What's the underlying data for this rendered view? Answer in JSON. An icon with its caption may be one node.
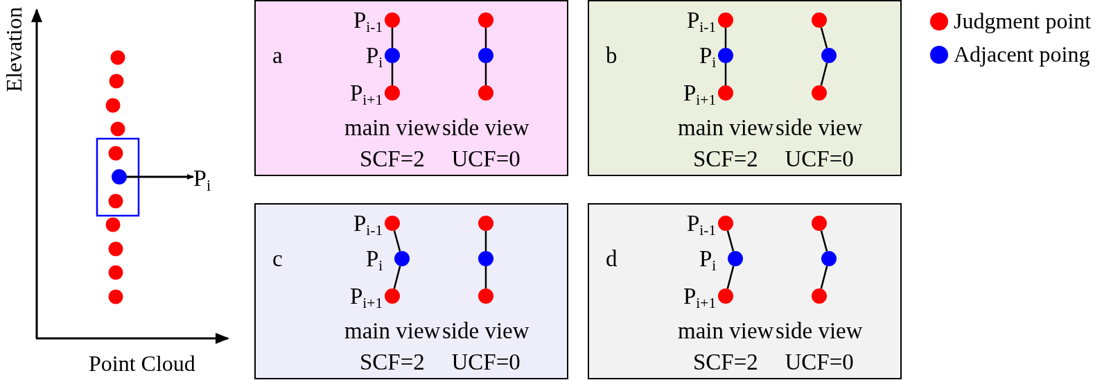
{
  "diagram": {
    "nodes": [
      {
        "text": [],
        "shape": "circle"
      },
      {
        "text": [
          "P$_{i}$"
        ]
      },
      {
        "text": [
          "a",
          "P$_{i-1}$",
          "P$_{i}$",
          "P$_{i+1}$",
          "main view",
          "side view",
          "SCF=2",
          "UCF=0"
        ]
      },
      {
        "text": [],
        "shape": "circle",
        "in": 2
      },
      {
        "text": [],
        "shape": "circle",
        "in": 2
      },
      {
        "text": [],
        "shape": "circle",
        "in": 2
      },
      {
        "text": [],
        "shape": "circle",
        "in": 2
      },
      {
        "text": [],
        "shape": "circle",
        "in": 2
      },
      {
        "text": [],
        "shape": "circle",
        "in": 2
      },
      {
        "text": [
          "b",
          "P$_{i-1}$",
          "P$_{i}$",
          "P$_{i+1}$",
          "main view",
          "side view",
          "SCF=2",
          "UCF=0"
        ]
      },
      {
        "text": [],
        "shape": "circle",
        "in": 9
      },
      {
        "text": [],
        "shape": "circle",
        "in": 9
      },
      {
        "text": [],
        "shape": "circle",
        "in": 9
      },
      {
        "text": [],
        "shape": "circle",
        "in": 9
      },
      {
        "text": [],
        "shape": "circle",
        "in": 9
      },
      {
        "text": [],
        "shape": "circle",
        "in": 9
      },
      {
        "text": [
          "c",
          "P$_{i-1}$",
          "P$_{i}$",
          "P$_{i+1}$",
          "main view",
          "side view",
          "SCF=2",
          "UCF=0"
        ]
      },
      {
        "text": [],
        "shape": "circle",
        "in": 16
      },
      {
        "text": [],
        "shape": "circle",
        "in": 16
      },
      {
        "text": [],
        "shape": "circle",
        "in": 16
      },
      {
        "text": [],
        "shape": "circle",
        "in": 16
      },
      {
        "text": [],
        "shape": "circle",
        "in": 16
      },
      {
        "text": [],
        "shape": "circle",
        "in": 16
      },
      {
        "text": [
          "d",
          "P$_{i-1}$",
          "P$_{i}$",
          "P$_{i+1}$",
          "main view",
          "side view",
          "SCF=2",
          "UCF=0"
        ]
      },
      {
        "text": [],
        "shape": "circle",
        "in": 23
      },
      {
        "text": [],
        "shape": "circle",
        "in": 23
      },
      {
        "text": [],
        "shape": "circle",
        "in": 23
      },
      {
        "text": [],
        "shape": "circle",
        "in": 23
      },
      {
        "text": [],
        "shape": "circle",
        "in": 23
      },
      {
        "text": [],
        "shape": "circle",
        "in": 23
      }
    ],
    "edges": [
      {
        "from": 0,
        "to": 1,
        "arrow": "to"
      },
      {
        "from": 3,
        "to": 4,
        "arrow": "none"
      },
      {
        "from": 4,
        "to": 5,
        "arrow": "none"
      },
      {
        "from": 6,
        "to": 7,
        "arrow": "none"
      },
      {
        "from": 7,
        "to": 8,
        "arrow": "none"
      },
      {
        "from": 10,
        "to": 11,
        "arrow": "none"
      },
      {
        "from": 11,
        "to": 12,
        "arrow": "none"
      },
      {
        "from": 13,
        "to": 14,
        "arrow": "none"
      },
      {
        "from": 14,
        "to": 15,
        "arrow": "none"
      },
      {
        "from": 17,
        "to": 18,
        "arrow": "none"
      },
      {
        "from": 18,
        "to": 19,
        "arrow": "none"
      },
      {
        "from": 20,
        "to": 21,
        "arrow": "none"
      },
      {
        "from": 21,
        "to": 22,
        "arrow": "none"
      },
      {
        "from": 24,
        "to": 25,
        "arrow": "none"
      },
      {
        "from": 25,
        "to": 26,
        "arrow": "none"
      },
      {
        "from": 27,
        "to": 28,
        "arrow": "none"
      },
      {
        "from": 28,
        "to": 29,
        "arrow": "none"
      }
    ],
    "labels": [
      "Elevation",
      "Point Cloud"
    ],
    "legend": [
      {
        "text": "Judgment point",
        "color": "#ff0000"
      },
      {
        "text": "Adjacent poing",
        "color": "#0000ff"
      }
    ]
  }
}
